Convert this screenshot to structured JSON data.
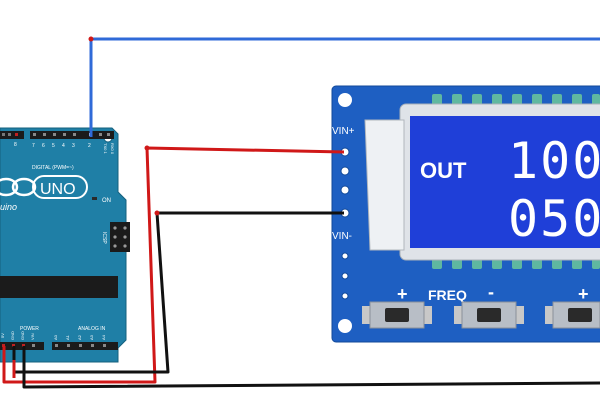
{
  "arduino": {
    "logo_text": "UNO",
    "brand_suffix": "uino",
    "digital_label": "DIGITAL (PWM=~)",
    "tx_label": "TX0 1",
    "rx_label": "RX0 0",
    "on_label": "ON",
    "icsp_label": "ICSP",
    "power_label": "POWER",
    "analog_label": "ANALOG IN",
    "power_pins": [
      "5V",
      "GND",
      "GND",
      "VIN"
    ],
    "analog_pins": [
      "A0",
      "A1",
      "A2",
      "A3",
      "A4"
    ],
    "digital_pins": [
      "7",
      "6",
      "5",
      "4",
      "3",
      "2"
    ],
    "top_left_pins": [
      "8"
    ]
  },
  "module": {
    "vin_plus_label": "VIN+",
    "vin_minus_label": "VIN-",
    "display_label": "OUT",
    "display_line1": "100",
    "display_line2": "050",
    "freq_label": "FREQ",
    "plus_left": "+",
    "minus": "-",
    "plus_right": "+"
  },
  "colors": {
    "arduino_board": "#1f7fa6",
    "module_board": "#1e5fc2",
    "lcd": "#1f3fd8",
    "wire_red": "#d01818",
    "wire_black": "#111111",
    "wire_blue": "#2f6ad8"
  }
}
